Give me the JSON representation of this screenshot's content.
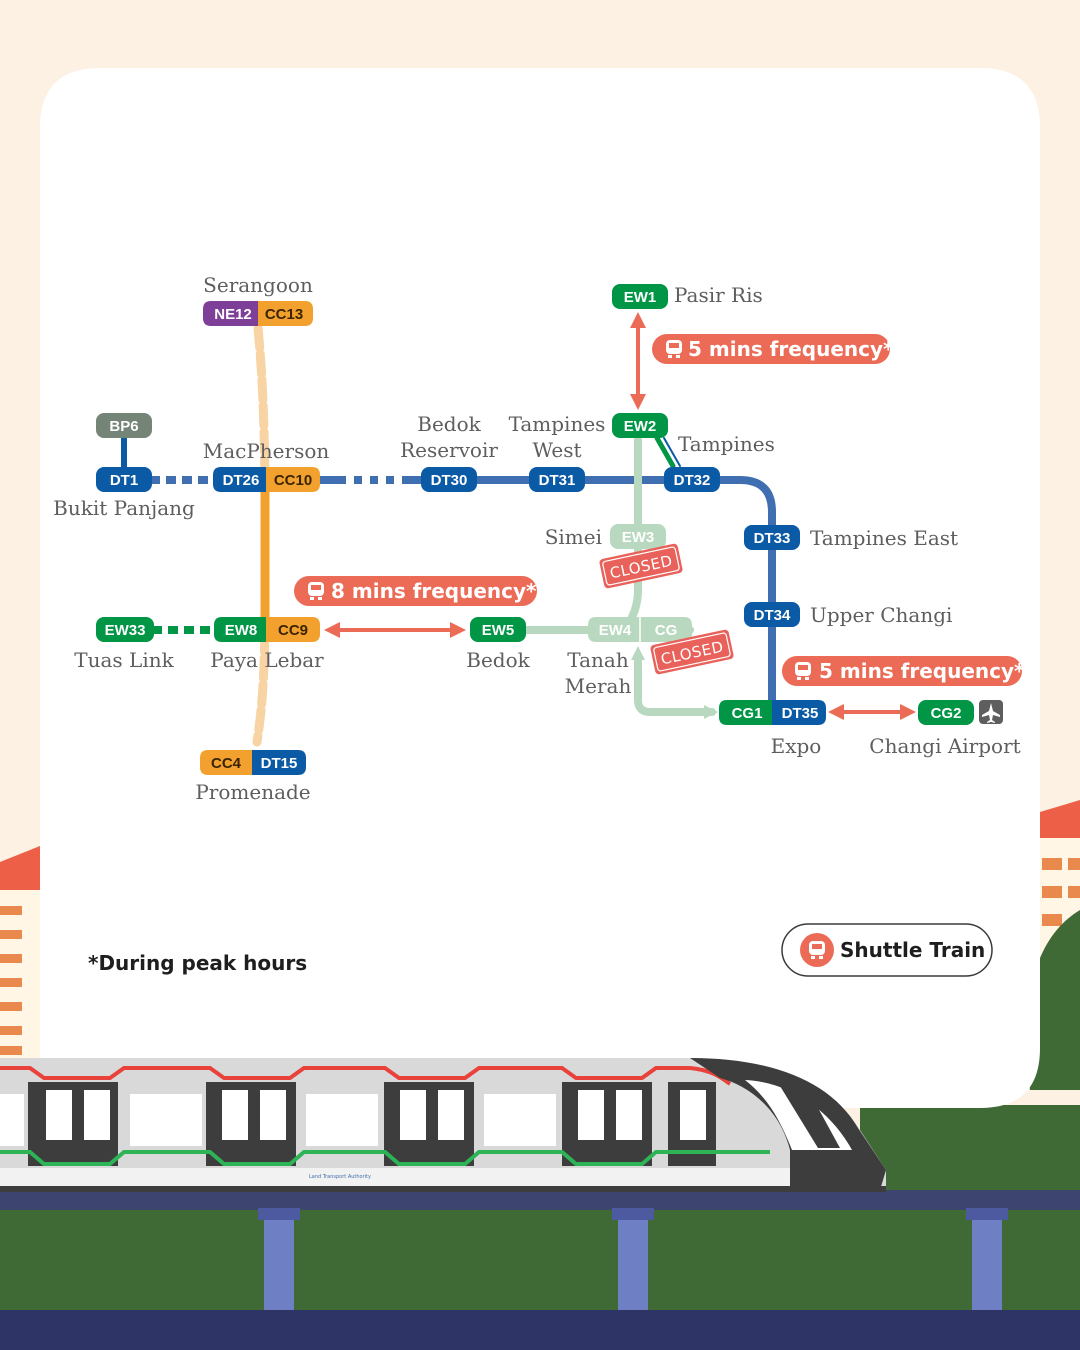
{
  "colors": {
    "background": "#fdf1e4",
    "card": "#ffffff",
    "downtown_line": "#3f6fb0",
    "downtown_code": "#0b5aa6",
    "east_west_line": "#009645",
    "east_west_closed": "#b8d9bf",
    "circle_line": "#f3a12e",
    "circle_line_faded": "#f8d3a4",
    "north_east_line": "#7d3f98",
    "bukit_panjang_lrt": "#748477",
    "shuttle": "#ec6b57",
    "closed_badge": "#e8615a",
    "grass": "#3f6a36",
    "train_body": "#d9d9d9",
    "train_dark": "#3d3d3d"
  },
  "stations": {
    "serangoon": {
      "name": "Serangoon",
      "codes": [
        "NE12",
        "CC13"
      ]
    },
    "macpherson": {
      "name": "MacPherson",
      "codes": [
        "DT26",
        "CC10"
      ]
    },
    "bukit_panjang": {
      "name": "Bukit Panjang",
      "codes": [
        "DT1"
      ]
    },
    "bp6": {
      "codes": [
        "BP6"
      ]
    },
    "bedok_reservoir": {
      "name_line1": "Bedok",
      "name_line2": "Reservoir",
      "codes": [
        "DT30"
      ]
    },
    "tampines_west": {
      "name_line1": "Tampines",
      "name_line2": "West",
      "codes": [
        "DT31"
      ]
    },
    "tampines": {
      "name": "Tampines",
      "codes": [
        "EW2",
        "DT32"
      ]
    },
    "pasir_ris": {
      "name": "Pasir Ris",
      "codes": [
        "EW1"
      ]
    },
    "tampines_east": {
      "name": "Tampines East",
      "codes": [
        "DT33"
      ]
    },
    "upper_changi": {
      "name": "Upper Changi",
      "codes": [
        "DT34"
      ]
    },
    "simei": {
      "name": "Simei",
      "codes": [
        "EW3"
      ]
    },
    "tanah_merah": {
      "name_line1": "Tanah",
      "name_line2": "Merah",
      "codes": [
        "EW4",
        "CG"
      ]
    },
    "bedok": {
      "name": "Bedok",
      "codes": [
        "EW5"
      ]
    },
    "paya_lebar": {
      "name": "Paya Lebar",
      "codes": [
        "EW8",
        "CC9"
      ]
    },
    "tuas_link": {
      "name": "Tuas Link",
      "codes": [
        "EW33"
      ]
    },
    "promenade": {
      "name": "Promenade",
      "codes": [
        "CC4",
        "DT15"
      ]
    },
    "expo": {
      "name": "Expo",
      "codes": [
        "CG1",
        "DT35"
      ]
    },
    "changi_airport": {
      "name": "Changi Airport",
      "codes": [
        "CG2"
      ]
    }
  },
  "shuttles": [
    {
      "label": "5 mins frequency*",
      "between": [
        "EW1",
        "EW2"
      ]
    },
    {
      "label": "8 mins frequency*",
      "between": [
        "EW8",
        "EW5"
      ]
    },
    {
      "label": "5 mins frequency*",
      "between": [
        "DT35",
        "CG2"
      ]
    }
  ],
  "closed_label": "CLOSED",
  "footnote": "*During peak hours",
  "legend": {
    "label": "Shuttle Train",
    "icon": "train-icon"
  },
  "train_logo": "Land Transport Authority",
  "icons": {
    "airport": "airplane-icon",
    "shuttle": "train-icon"
  }
}
